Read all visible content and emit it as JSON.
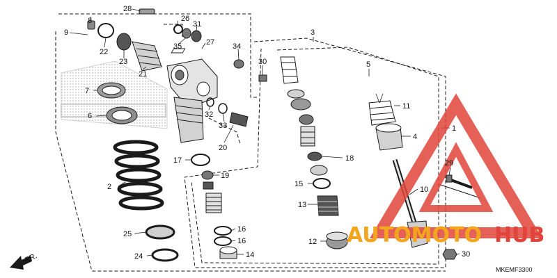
{
  "diagram_code": "MKEMF3300",
  "front_marker": "FR.",
  "watermark": {
    "part1": "AUTOMOTO",
    "part2": "HUB",
    "color1": "#f2a51f",
    "color2": "#e0443a"
  },
  "colors": {
    "line": "#1a1a1a",
    "shade": "#bdbdbd",
    "dark": "#3c3c3c",
    "watermark_red": "#e0443a"
  },
  "callouts": {
    "c1": "1",
    "c2": "2",
    "c3": "3",
    "c4": "4",
    "c5": "5",
    "c6": "6",
    "c7": "7",
    "c8": "8",
    "c9": "9",
    "c10": "10",
    "c11": "11",
    "c12": "12",
    "c13": "13",
    "c14": "14",
    "c15": "15",
    "c16a": "16",
    "c16b": "16",
    "c17": "17",
    "c18": "18",
    "c19": "19",
    "c20": "20",
    "c21": "21",
    "c22": "22",
    "c23": "23",
    "c24": "24",
    "c25": "25",
    "c26": "26",
    "c27": "27",
    "c28": "28",
    "c29": "29",
    "c30a": "30",
    "c30b": "30",
    "c31": "31",
    "c32": "32",
    "c33": "33",
    "c34": "34",
    "c35": "35"
  }
}
